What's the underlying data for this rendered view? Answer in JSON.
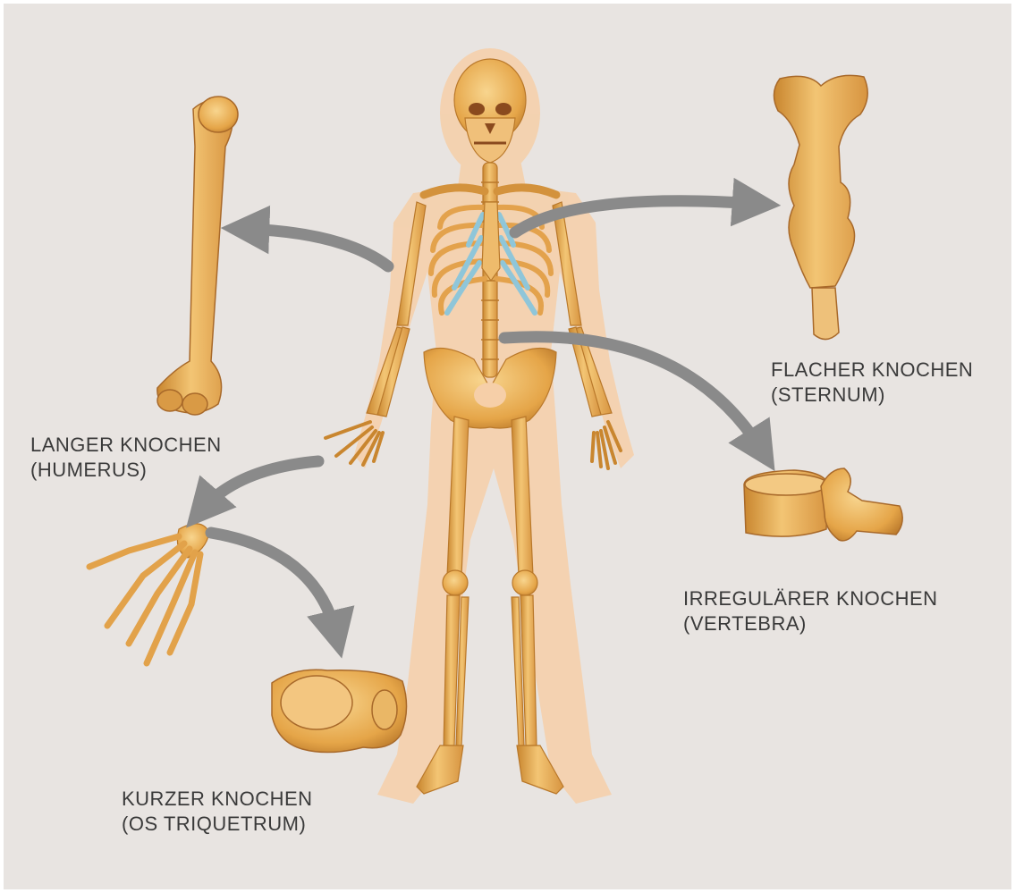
{
  "colors": {
    "background": "#e8e4e1",
    "bone": "#e8a845",
    "bone_light": "#f6d9a0",
    "bone_dark": "#b9782a",
    "body_silhouette": "#f6cfa8",
    "cartilage": "#8fc6d9",
    "arrow": "#8a8a8a",
    "text": "#3a3a3a"
  },
  "labels": {
    "long_bone": {
      "name": "LANGER KNOCHEN",
      "example": "(HUMERUS)"
    },
    "flat_bone": {
      "name": "FLACHER KNOCHEN",
      "example": "(STERNUM)"
    },
    "irregular_bone": {
      "name": "IRREGULÄRER KNOCHEN",
      "example": "(VERTEBRA)"
    },
    "short_bone": {
      "name": "KURZER KNOCHEN",
      "example": "(OS TRIQUETRUM)"
    }
  }
}
